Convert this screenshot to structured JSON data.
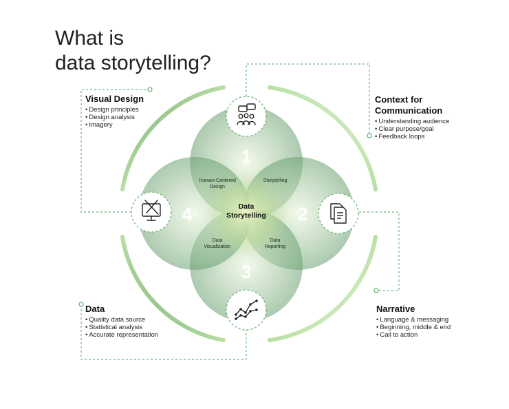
{
  "title": "What is\ndata storytelling?",
  "center_label": {
    "line1": "Data",
    "line2": "Storytelling"
  },
  "overlaps": {
    "top_left": {
      "line1": "Human-Centered",
      "line2": "Design"
    },
    "top_right": {
      "line1": "Storytelling"
    },
    "bottom_left": {
      "line1": "Data",
      "line2": "Visualization"
    },
    "bottom_right": {
      "line1": "Data",
      "line2": "Reporting"
    }
  },
  "numbers": {
    "top": "1",
    "right": "2",
    "bottom": "3",
    "left": "4"
  },
  "blocks": {
    "visual_design": {
      "title": "Visual Design",
      "items": [
        "Design principles",
        "Design analysis",
        "Imagery"
      ]
    },
    "context": {
      "title": "Context for Communication",
      "items": [
        "Understanding audience",
        "Clear purpose/goal",
        "Feedback loops"
      ]
    },
    "data": {
      "title": "Data",
      "items": [
        "Quality data source",
        "Statistical analysis",
        "Accurate representation"
      ]
    },
    "narrative": {
      "title": "Narrative",
      "items": [
        "Language & messaging",
        "Beginning, middle & end",
        "Call to action"
      ]
    }
  },
  "icons": {
    "top": "people-communication-icon",
    "right": "documents-icon",
    "bottom": "line-chart-icon",
    "left": "design-tools-icon"
  },
  "colors": {
    "green_dark": "#4e8a58",
    "green_light": "#d8ecc8",
    "accent": "#9fd08a"
  }
}
